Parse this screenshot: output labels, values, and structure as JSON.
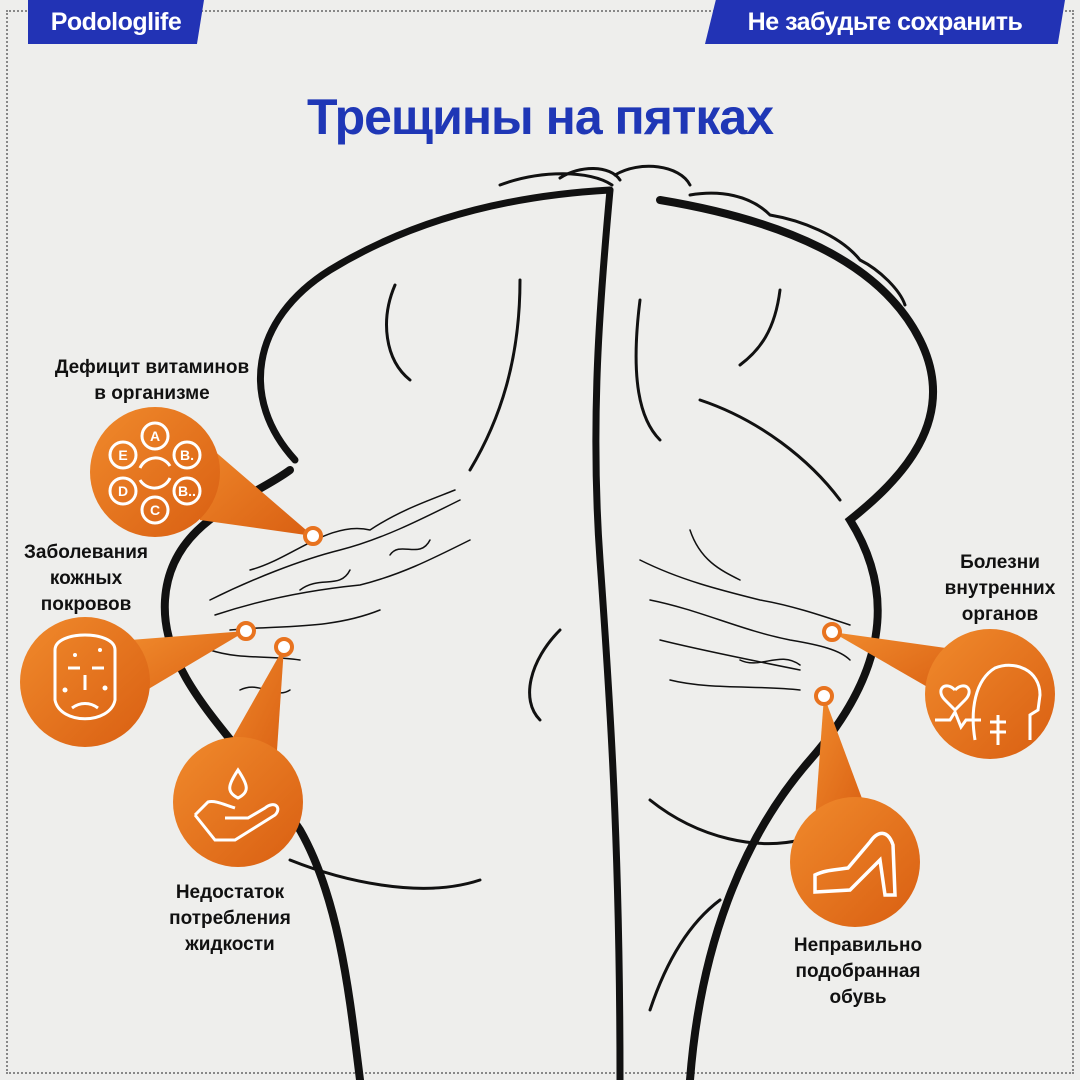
{
  "header": {
    "brand": "Podologlife",
    "save_reminder": "Не забудьте сохранить"
  },
  "title": "Трещины на пятках",
  "causes": [
    {
      "id": "vitamins",
      "lines": [
        "Дефицит витаминов",
        "в организме"
      ],
      "icon": "vitamins-icon",
      "vitamin_labels": [
        "A",
        "B.",
        "B..",
        "C",
        "D",
        "E"
      ]
    },
    {
      "id": "skin",
      "lines": [
        "Заболевания",
        "кожных",
        "покровов"
      ],
      "icon": "face-rash-icon"
    },
    {
      "id": "fluid",
      "lines": [
        "Недостаток",
        "потребления",
        "жидкости"
      ],
      "icon": "water-drop-hand-icon"
    },
    {
      "id": "organs",
      "lines": [
        "Болезни",
        "внутренних",
        "органов"
      ],
      "icon": "internal-organs-icon"
    },
    {
      "id": "shoes",
      "lines": [
        "Неправильно",
        "подобранная",
        "обувь"
      ],
      "icon": "high-heel-shoe-icon"
    }
  ],
  "colors": {
    "brand_blue": "#2233b5",
    "orange": "#e8731f",
    "background": "#eeeeec"
  }
}
